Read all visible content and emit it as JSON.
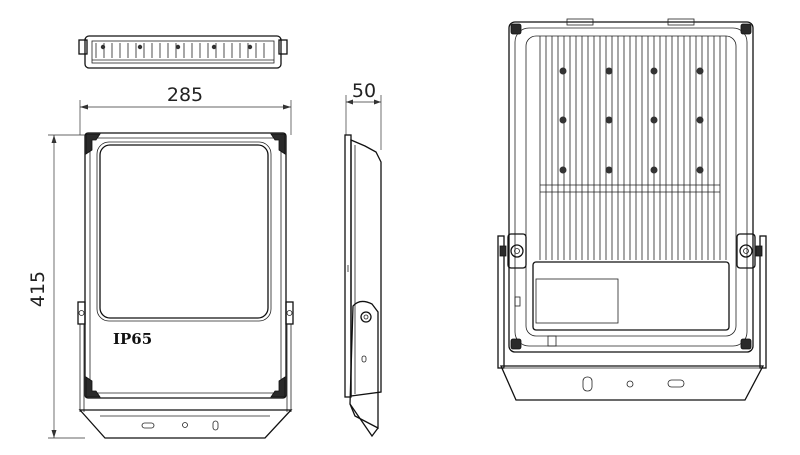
{
  "dimensions": {
    "width_label": "285",
    "depth_label": "50",
    "height_label": "415"
  },
  "front_view": {
    "rating_mark": "IP65"
  }
}
